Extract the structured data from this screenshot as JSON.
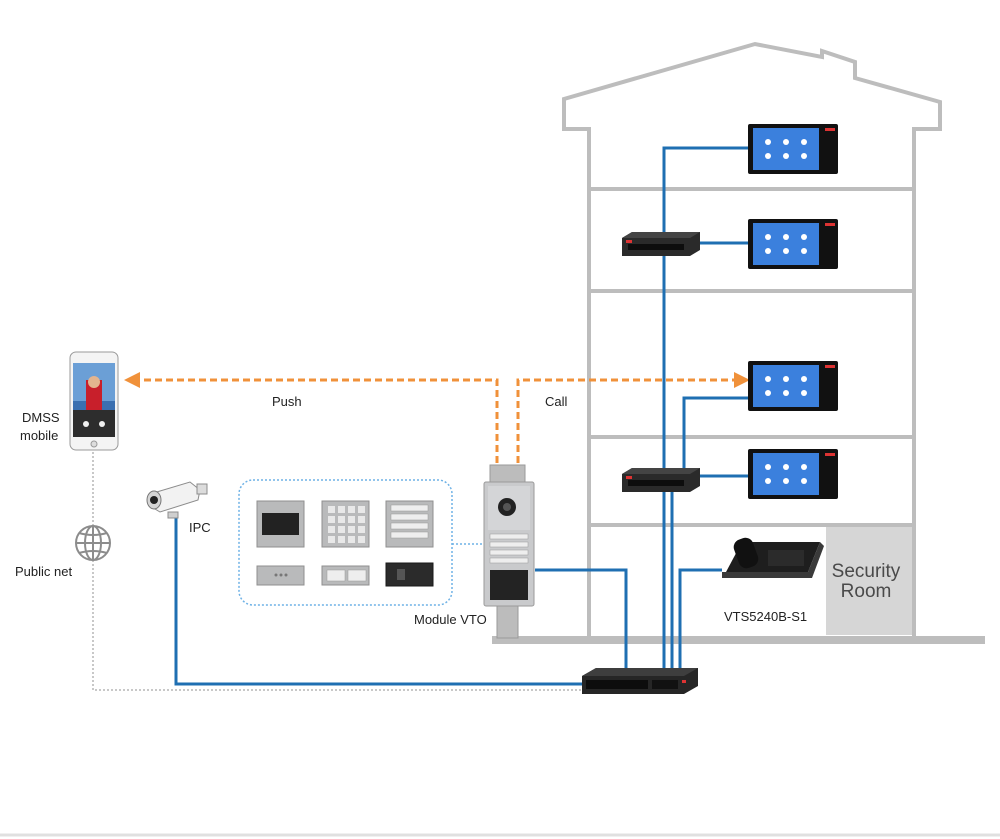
{
  "labels": {
    "dmss_line1": "DMSS",
    "dmss_line2": "mobile",
    "public_net": "Public net",
    "ipc": "IPC",
    "push": "Push",
    "call": "Call",
    "module_vto": "Module VTO",
    "vts": "VTS5240B-S1",
    "security_line1": "Security",
    "security_line2": "Room"
  },
  "colors": {
    "building": "#bdbdbd",
    "network_cable": "#1f6fb2",
    "push_call_arrow": "#f0913a",
    "public_net_line": "#b5b5b5",
    "module_outline": "#6fb2e6",
    "security_room_fill": "#d6d6d6"
  },
  "icons": [
    "smartphone-icon",
    "globe-icon",
    "camera-icon",
    "indoor-monitor-icon",
    "poe-switch-icon",
    "desk-phone-icon",
    "vto-panel-icon"
  ]
}
